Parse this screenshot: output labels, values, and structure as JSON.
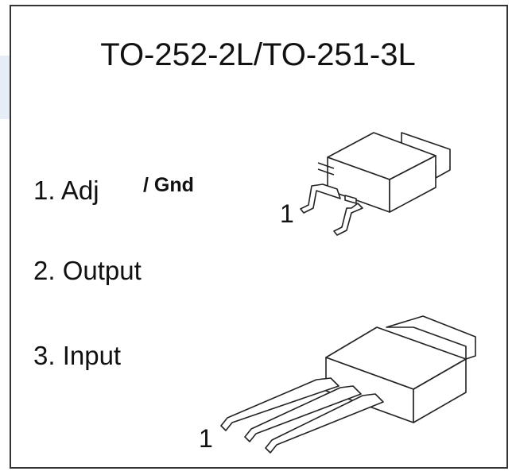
{
  "title": "TO-252-2L/TO-251-3L",
  "pins": [
    "1. Adj",
    "2. Output",
    "3. Input"
  ],
  "gnd_note": "/ Gnd",
  "package_labels": {
    "to252": "1",
    "to251": "1"
  }
}
